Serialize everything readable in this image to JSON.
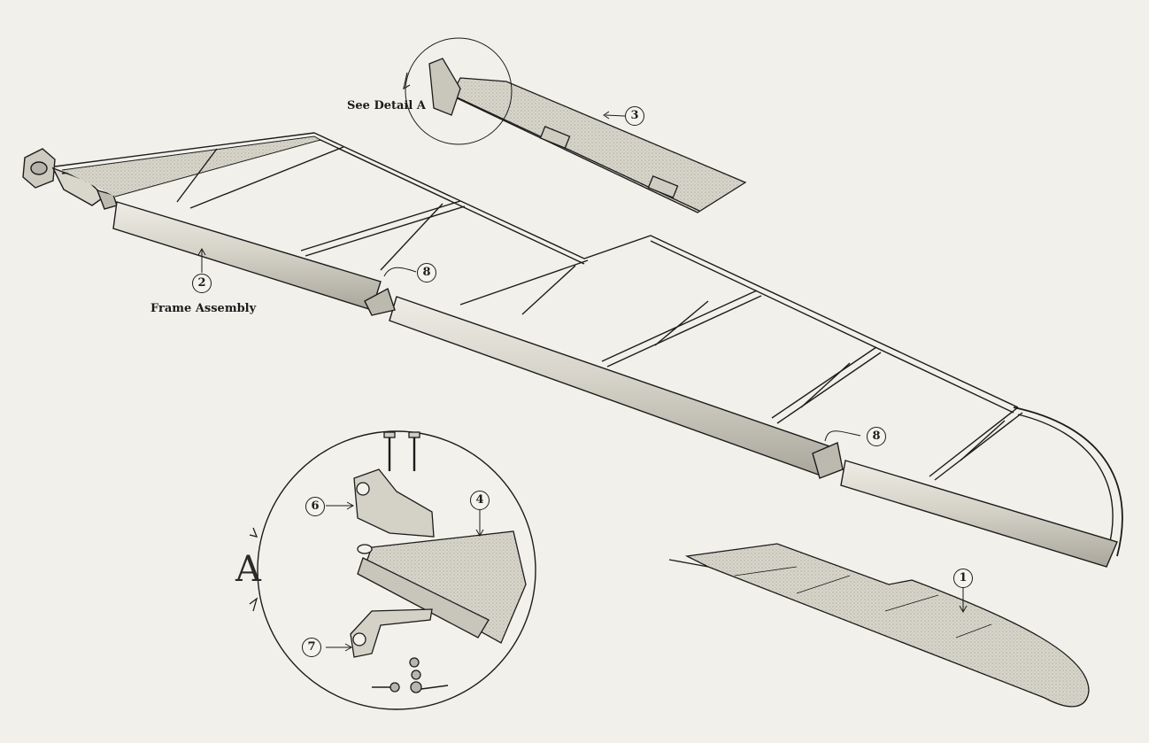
{
  "figure": {
    "labels": {
      "see_detail": "See Detail A",
      "frame_assembly": "Frame Assembly",
      "detail_letter": "A"
    },
    "callouts": {
      "c1": "1",
      "c2": "2",
      "c3": "3",
      "c4": "4",
      "c6": "6",
      "c7": "7",
      "c8a": "8",
      "c8b": "8"
    },
    "colors": {
      "paper": "#f1f0ea",
      "ink": "#1c1c1c",
      "surface_shade": "#cfccc2",
      "tube_shade": "#dcd9cf"
    }
  }
}
